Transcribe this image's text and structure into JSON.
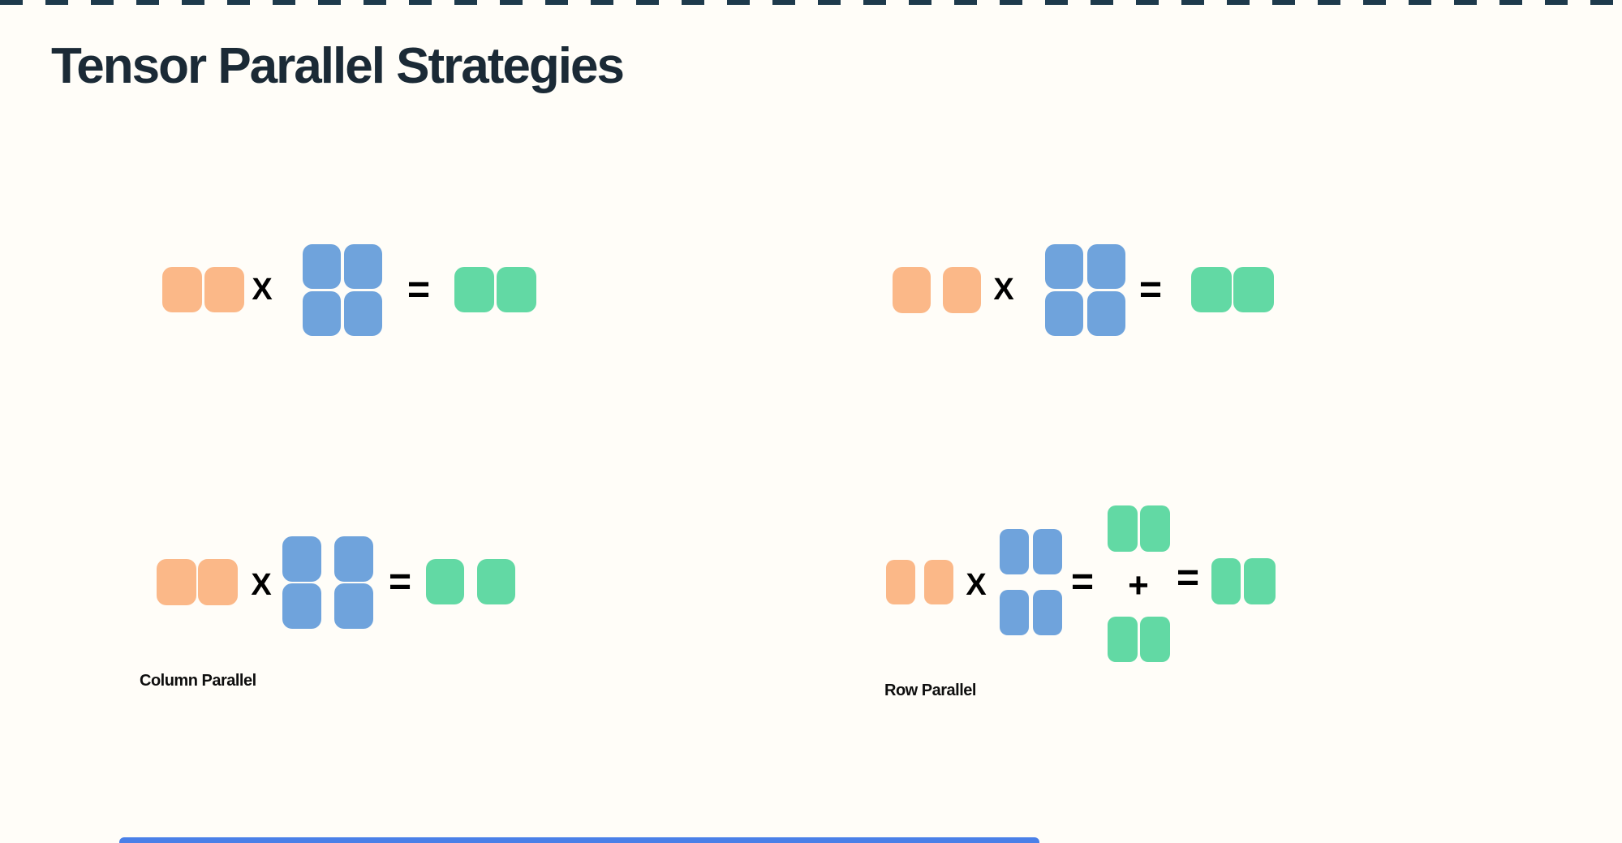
{
  "title": "Tensor Parallel Strategies",
  "operators": {
    "multiply": "X",
    "equals": "=",
    "plus": "+"
  },
  "labels": {
    "column_parallel": "Column Parallel",
    "row_parallel": "Row Parallel"
  },
  "colors": {
    "bg": "#FFFDF8",
    "ink": "#1B2A36",
    "label": "#0E0E0E",
    "orange": "#FBB888",
    "blue": "#6FA3DC",
    "green": "#62D9A4",
    "pattern": "#1E3A4C",
    "bottom_bar": "#4A80E8"
  },
  "diagrams": [
    {
      "position": "top-left",
      "label": "",
      "input": "1x2 orange row vector",
      "weight": "2x2 blue matrix (whole)",
      "output": "1x2 green row vector"
    },
    {
      "position": "top-right",
      "label": "",
      "input": "1x2 orange row vector",
      "weight": "2x2 blue matrix (whole)",
      "output": "1x2 green row vector"
    },
    {
      "position": "bottom-left",
      "label": "Column Parallel",
      "input": "1x2 orange row vector",
      "weight": "2x2 blue matrix split into 2 columns",
      "output": "1x2 green row vector split into 2 halves"
    },
    {
      "position": "bottom-right",
      "label": "Row Parallel",
      "input": "1x2 orange row vector",
      "weight": "2x2 blue matrix split into 2 rows",
      "partial_outputs": "two 1x2 green row vectors summed with +",
      "output": "1x2 green row vector"
    }
  ]
}
